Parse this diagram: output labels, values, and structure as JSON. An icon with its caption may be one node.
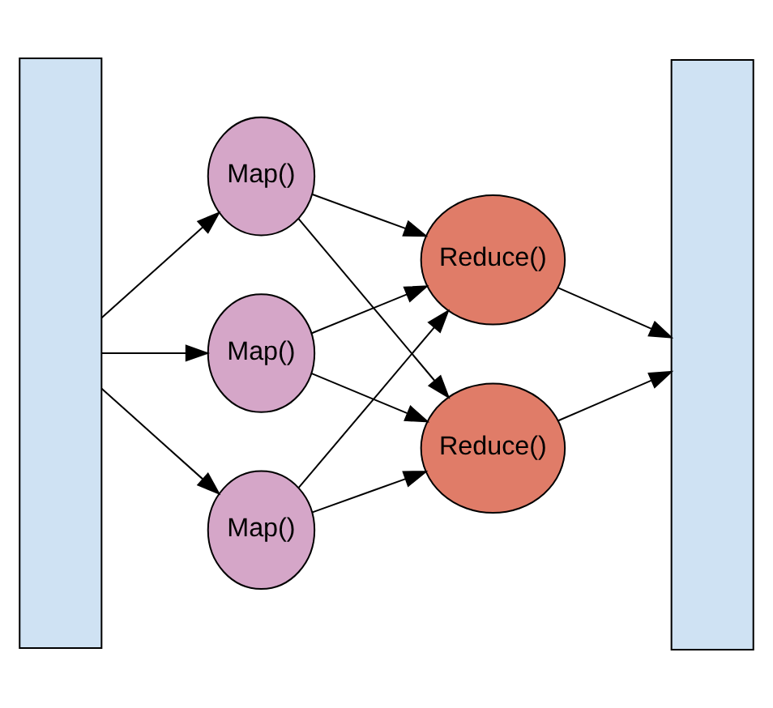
{
  "diagram": {
    "nodes": [
      {
        "text": [],
        "shape": "box"
      },
      {
        "text": [
          "Map()"
        ]
      },
      {
        "text": [
          "Map()"
        ]
      },
      {
        "text": [
          "Map()"
        ]
      },
      {
        "text": [
          "Reduce()"
        ]
      },
      {
        "text": [
          "Reduce()"
        ]
      },
      {
        "text": [],
        "shape": "box"
      }
    ],
    "edges": [
      {
        "from": 0,
        "to": 1,
        "arrow": "to"
      },
      {
        "from": 0,
        "to": 2,
        "arrow": "to"
      },
      {
        "from": 0,
        "to": 3,
        "arrow": "to"
      },
      {
        "from": 1,
        "to": 4,
        "arrow": "to"
      },
      {
        "from": 1,
        "to": 5,
        "arrow": "to"
      },
      {
        "from": 2,
        "to": 4,
        "arrow": "to"
      },
      {
        "from": 2,
        "to": 5,
        "arrow": "to"
      },
      {
        "from": 3,
        "to": 4,
        "arrow": "to"
      },
      {
        "from": 3,
        "to": 5,
        "arrow": "to"
      },
      {
        "from": 4,
        "to": 6,
        "arrow": "to"
      },
      {
        "from": 5,
        "to": 6,
        "arrow": "to"
      }
    ]
  }
}
